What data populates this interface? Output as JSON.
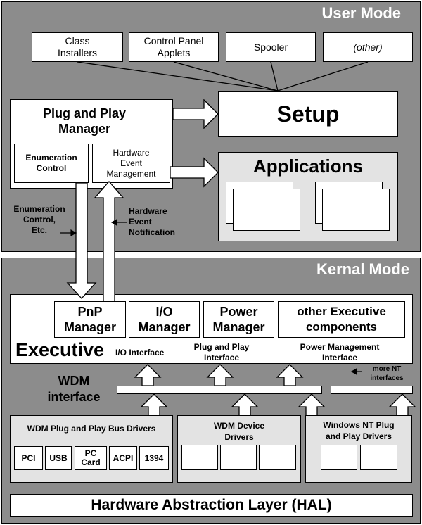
{
  "user_mode": {
    "title": "User Mode",
    "top_boxes": [
      "Class\nInstallers",
      "Control Panel\nApplets",
      "Spooler",
      "(other)"
    ],
    "pnp_title": "Plug and Play\nManager",
    "enum_control": "Enumeration\nControl",
    "hw_event_mgmt": "Hardware\nEvent\nManagement",
    "setup": "Setup",
    "applications": "Applications",
    "enum_label": "Enumeration\nControl,\nEtc.",
    "hw_notification": "Hardware\nEvent\nNotification"
  },
  "kernel_mode": {
    "title": "Kernal Mode",
    "components": [
      "PnP\nManager",
      "I/O\nManager",
      "Power\nManager",
      "other Executive\ncomponents"
    ],
    "executive": "Executive",
    "io_interface": "I/O Interface",
    "pnp_interface": "Plug and Play\nInterface",
    "power_interface": "Power Management\nInterface",
    "more_nt": "more NT\ninterfaces",
    "wdm_interface": "WDM\ninterface",
    "bus_drivers_title": "WDM Plug and Play Bus Drivers",
    "bus_drivers": [
      "PCI",
      "USB",
      "PC\nCard",
      "ACPI",
      "1394"
    ],
    "device_drivers_title": "WDM Device\nDrivers",
    "nt_drivers_title": "Windows NT Plug\nand Play Drivers"
  },
  "hal": "Hardware Abstraction Layer (HAL)"
}
